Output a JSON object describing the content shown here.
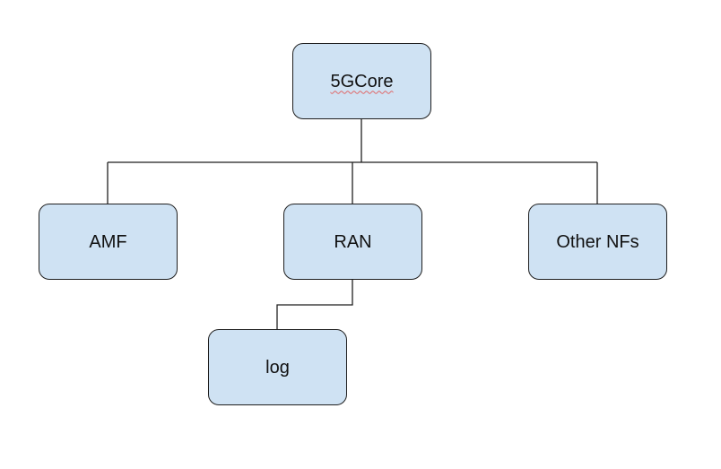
{
  "diagram": {
    "nodes": {
      "root": "5GCore",
      "amf": "AMF",
      "ran": "RAN",
      "other": "Other NFs",
      "log": "log"
    },
    "colors": {
      "node_fill": "#cfe2f3",
      "node_border": "#1f1f1f",
      "connector": "#1f1f1f",
      "spellcheck_underline": "#e06666"
    }
  }
}
